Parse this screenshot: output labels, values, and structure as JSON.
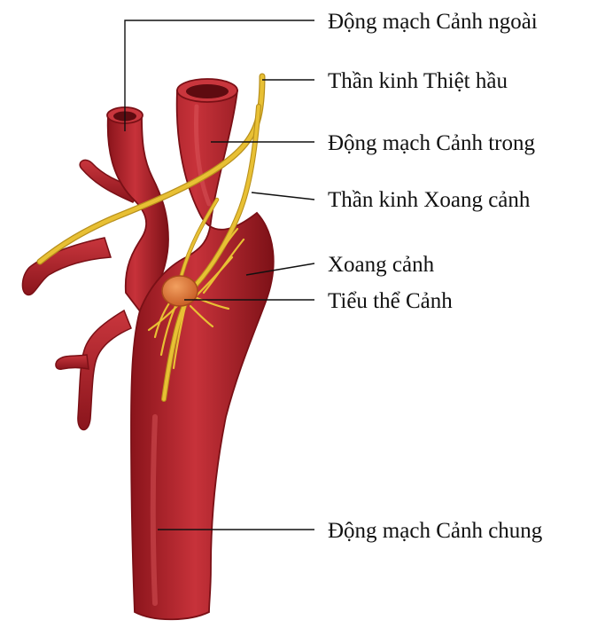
{
  "labels": {
    "external_carotid": "Động mạch Cảnh ngoài",
    "glossopharyngeal_nerve": "Thần kinh Thiệt hầu",
    "internal_carotid": "Động mạch Cảnh trong",
    "sinus_nerve": "Thần kinh Xoang cảnh",
    "carotid_sinus": "Xoang cảnh",
    "carotid_body": "Tiểu thể Cảnh",
    "common_carotid": "Động mạch Cảnh chung"
  },
  "colors": {
    "artery": "#b5232b",
    "artery_dark": "#7a1016",
    "artery_light": "#d9464c",
    "artery_lumen": "#5e0b10",
    "nerve": "#e8c034",
    "nerve_edge": "#b8901c",
    "carotid_body": "#e07a3a",
    "carotid_body_edge": "#a84a1c",
    "label_text": "#111111"
  }
}
